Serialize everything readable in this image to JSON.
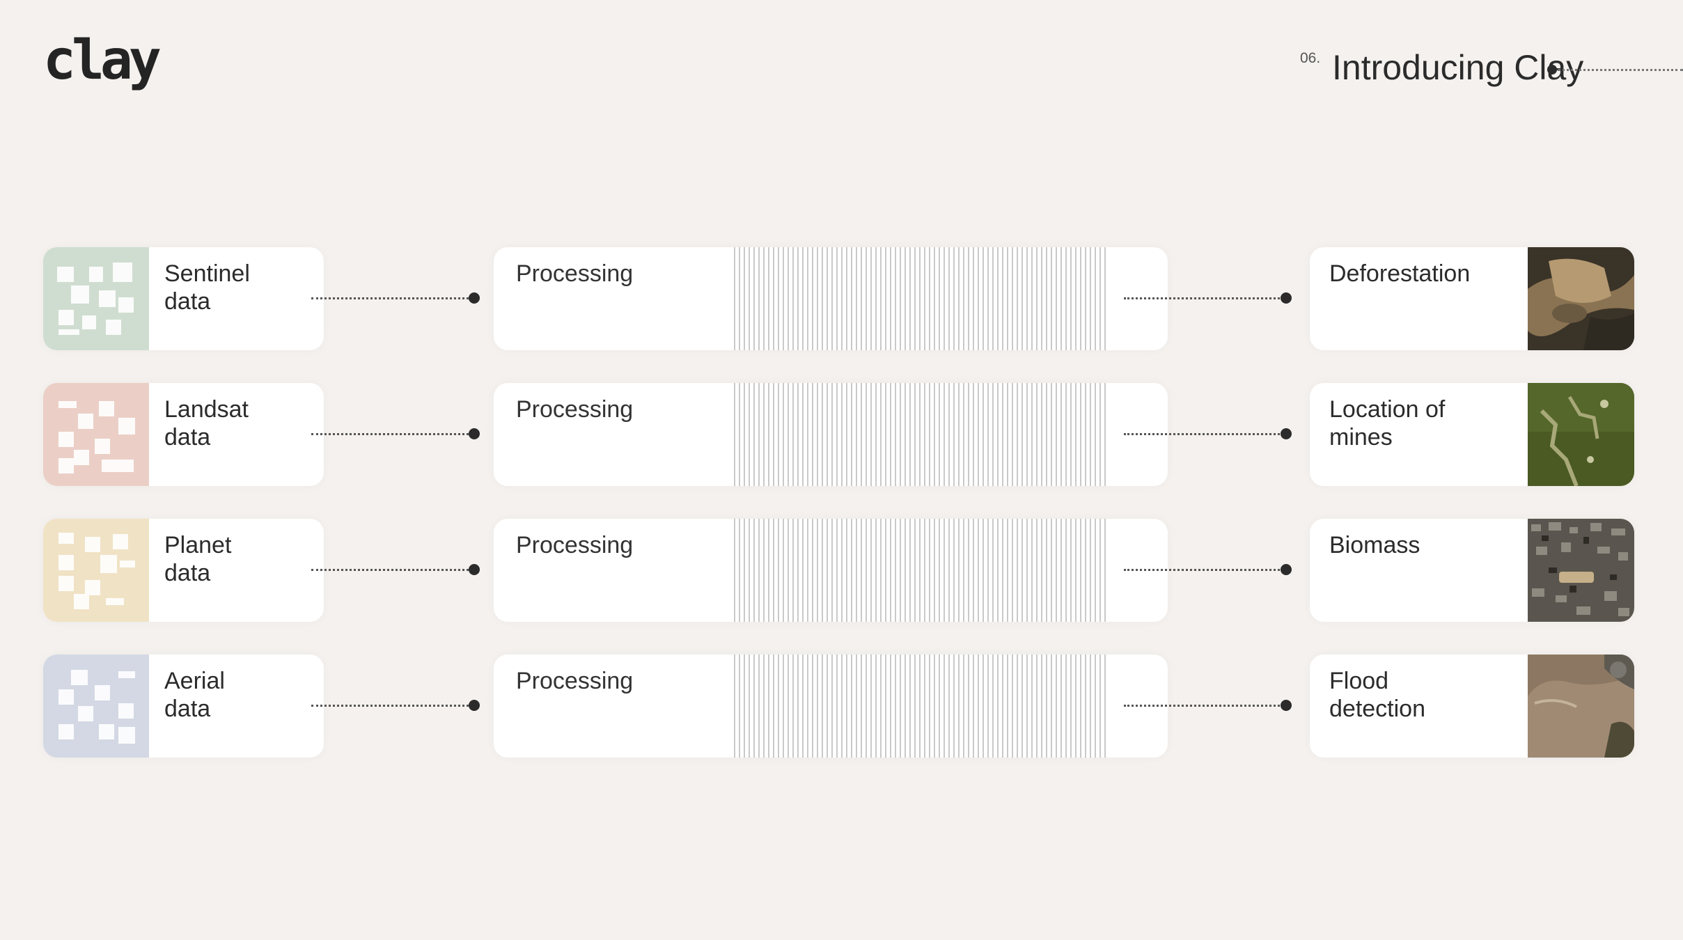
{
  "header": {
    "logo_text": "clay",
    "slide_number": "06.",
    "slide_title": "Introducing Clay"
  },
  "pipeline": [
    {
      "source": "Sentinel\ndata",
      "source_color": "#cfddd0",
      "processing": "Processing",
      "output": "Deforestation",
      "thumb_icon": "satellite-deforestation-image"
    },
    {
      "source": "Landsat\ndata",
      "source_color": "#ebcfc6",
      "processing": "Processing",
      "output": "Location of\nmines",
      "thumb_icon": "satellite-mines-image"
    },
    {
      "source": "Planet\ndata",
      "source_color": "#f0e2c4",
      "processing": "Processing",
      "output": "Biomass",
      "thumb_icon": "satellite-biomass-image"
    },
    {
      "source": "Aerial\ndata",
      "source_color": "#d3d8e4",
      "processing": "Processing",
      "output": "Flood\ndetection",
      "thumb_icon": "satellite-flood-image"
    }
  ]
}
